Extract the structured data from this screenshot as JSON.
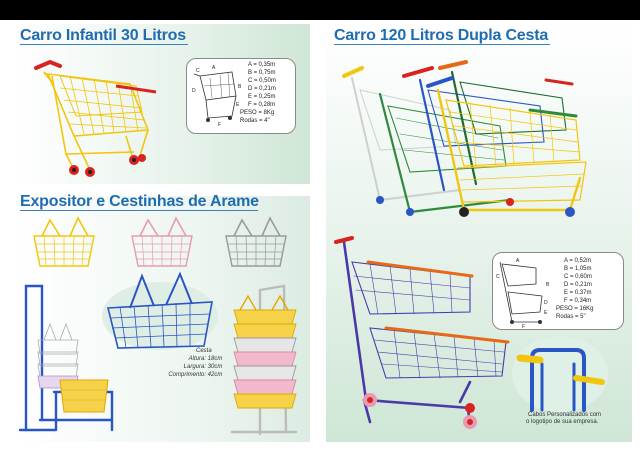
{
  "sections": {
    "child_cart": {
      "title": "Carro Infantil 30 Litros",
      "specs": [
        "A = 0,35m",
        "B = 0,75m",
        "C = 0,50m",
        "D = 0,21m",
        "E = 0,25m",
        "F = 0,28m",
        "PESO = 8Kg",
        "Rodas = 4\""
      ],
      "diagram_letters": [
        "A",
        "B",
        "C",
        "D",
        "E",
        "F"
      ]
    },
    "double_cart": {
      "title": "Carro 120 Litros Dupla Cesta",
      "specs": [
        "A = 0,52m",
        "B = 1,05m",
        "C = 0,60m",
        "D = 0,21m",
        "E = 0,37m",
        "F = 0,34m",
        "PESO = 16Kg",
        "Rodas = 5\""
      ],
      "diagram_letters": [
        "A",
        "B",
        "C",
        "D",
        "E",
        "F"
      ],
      "handle_note_line1": "Cabos Personalizados com",
      "handle_note_line2": "o logotipo de sua empresa."
    },
    "display_baskets": {
      "title": "Expositor e Cestinhas de Arame",
      "basket_heading": "Cesta",
      "dims": [
        {
          "label": "Altura:",
          "value": "18cm"
        },
        {
          "label": "Largura:",
          "value": "30cm"
        },
        {
          "label": "Comprimento:",
          "value": "42cm"
        }
      ]
    }
  },
  "colors": {
    "heading": "#1f6db0",
    "yellow": "#f2c60f",
    "red": "#d8231f",
    "blue": "#2a55c4",
    "green": "#2f8a3c",
    "purple": "#4a3aa8",
    "orange": "#e46a1a",
    "pink": "#e89ab4",
    "grey": "#9a9a9a"
  }
}
